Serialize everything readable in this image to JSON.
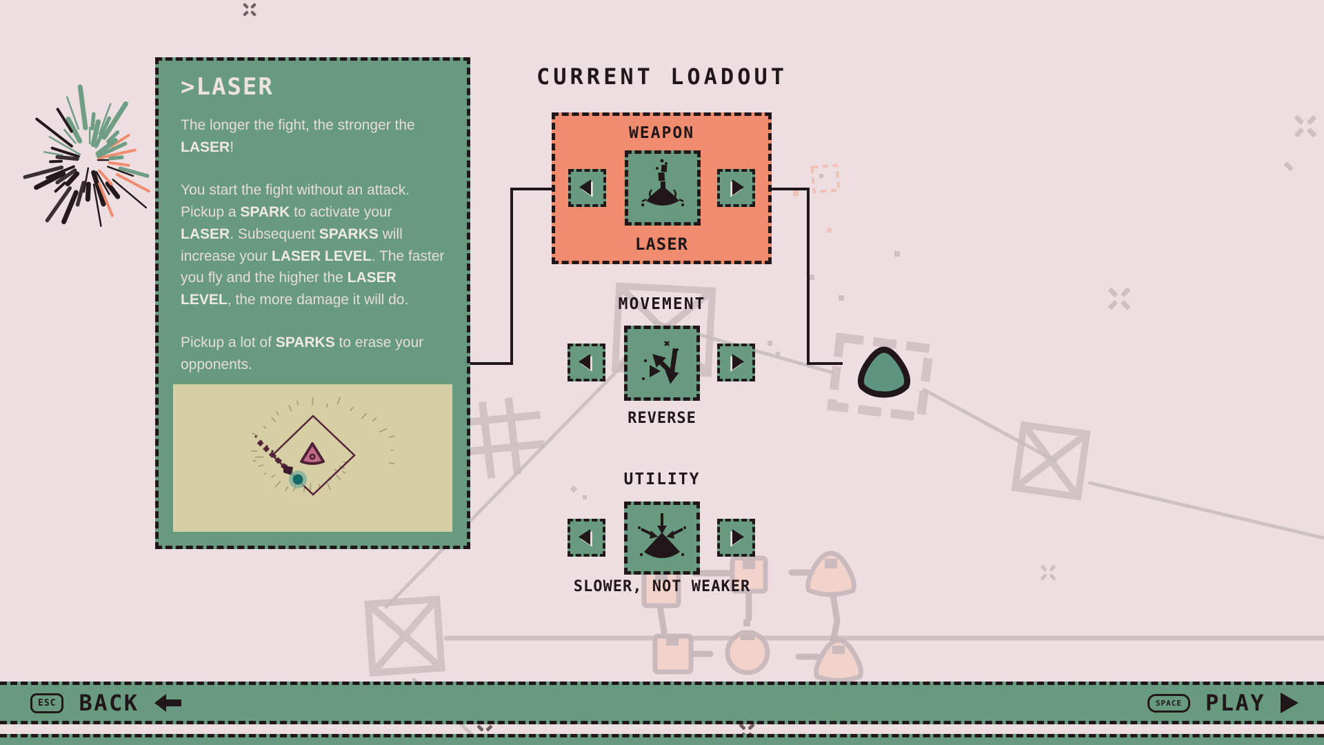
{
  "colors": {
    "background": "#eddee1",
    "panel_green": "#689a80",
    "highlight_salmon": "#ef8c6e",
    "ink": "#211619",
    "preview_tan": "#d6cfa3",
    "gem_green": "#5e9580"
  },
  "info_panel": {
    "title": ">LASER",
    "paragraphs": [
      {
        "segments": [
          {
            "t": "The longer the fight, the stronger the "
          },
          {
            "t": "LASER",
            "b": true
          },
          {
            "t": "!"
          }
        ]
      },
      {
        "segments": [
          {
            "t": "You start the fight without an attack. Pickup a "
          },
          {
            "t": "SPARK",
            "b": true
          },
          {
            "t": " to activate your "
          },
          {
            "t": "LASER",
            "b": true
          },
          {
            "t": ". Subsequent "
          },
          {
            "t": "SPARKS",
            "b": true
          },
          {
            "t": " will increase your "
          },
          {
            "t": "LASER LEVEL",
            "b": true
          },
          {
            "t": ". The faster you fly and the higher the "
          },
          {
            "t": "LASER LEVEL",
            "b": true
          },
          {
            "t": ", the more damage it will do."
          }
        ]
      },
      {
        "segments": [
          {
            "t": "Pickup a lot of "
          },
          {
            "t": "SPARKS",
            "b": true
          },
          {
            "t": " to erase your opponents."
          }
        ]
      }
    ]
  },
  "loadout": {
    "title": "CURRENT LOADOUT",
    "slots": [
      {
        "category": "WEAPON",
        "selected": "LASER",
        "icon": "laser-icon",
        "highlighted": true
      },
      {
        "category": "MOVEMENT",
        "selected": "REVERSE",
        "icon": "reverse-icon",
        "highlighted": false
      },
      {
        "category": "UTILITY",
        "selected": "SLOWER, NOT WEAKER",
        "icon": "slower-not-weaker-icon",
        "highlighted": false
      }
    ]
  },
  "footer": {
    "back": {
      "key": "ESC",
      "label": "BACK"
    },
    "play": {
      "key": "SPACE",
      "label": "PLAY"
    }
  }
}
